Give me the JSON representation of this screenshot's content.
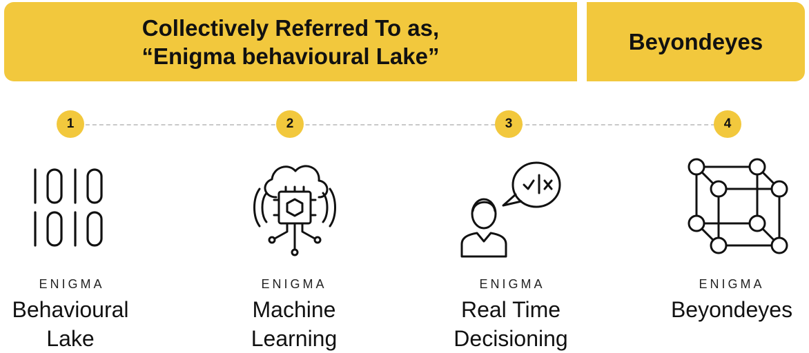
{
  "banner": {
    "left_line1": "Collectively Referred To as,",
    "left_line2": "“Enigma behavioural Lake”",
    "right": "Beyondeyes"
  },
  "colors": {
    "accent": "#f2c83d",
    "connector": "#c9c9c9",
    "text": "#111111"
  },
  "steps": [
    {
      "number": "1",
      "brand": "ENIGMA",
      "title_line1": "Behavioural",
      "title_line2": "Lake",
      "icon": "binary-code-icon"
    },
    {
      "number": "2",
      "brand": "ENIGMA",
      "title_line1": "Machine",
      "title_line2": "Learning",
      "icon": "cloud-chip-icon"
    },
    {
      "number": "3",
      "brand": "ENIGMA",
      "title_line1": "Real Time",
      "title_line2": "Decisioning",
      "icon": "person-decision-icon"
    },
    {
      "number": "4",
      "brand": "ENIGMA",
      "title_line1": "Beyondeyes",
      "title_line2": "",
      "icon": "network-cube-icon"
    }
  ],
  "icon_glyphs": {
    "check": "✓",
    "bar": "|",
    "cross": "×"
  }
}
